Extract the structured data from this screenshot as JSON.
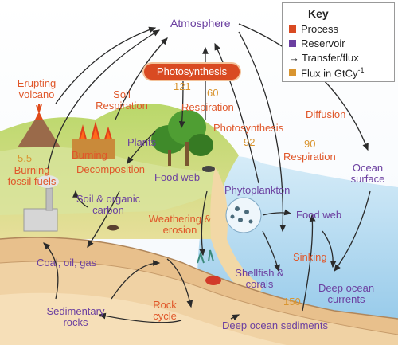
{
  "key": {
    "title": "Key",
    "items": [
      {
        "label": "Process",
        "color": "#d94a22",
        "kind": "swatch"
      },
      {
        "label": "Reservoir",
        "color": "#6b3fa0",
        "kind": "swatch"
      },
      {
        "label": "Transfer/flux",
        "color": "#222222",
        "kind": "arrow"
      },
      {
        "label": "Flux in GtCy",
        "sup": "-1",
        "color": "#d99530",
        "kind": "swatch"
      }
    ]
  },
  "reservoirs": {
    "atmosphere": "Atmosphere",
    "plants": "Plants",
    "food_web_land": "Food web",
    "soil_carbon": "Soil & organic carbon",
    "phytoplankton": "Phytoplankton",
    "food_web_ocean": "Food web",
    "ocean_surface": "Ocean surface",
    "shellfish": "Shellfish & corals",
    "deep_ocean_currents": "Deep ocean currents",
    "coal_oil_gas": "Coal, oil, gas",
    "sedimentary_rocks": "Sedimentary rocks",
    "deep_ocean_sediments": "Deep ocean sediments"
  },
  "processes": {
    "erupting_volcano": "Erupting volcano",
    "soil_respiration": "Soil Respiration",
    "photosynthesis_badge": "Photosynthesis",
    "respiration_land": "Respiration",
    "burning": "Burning",
    "decomposition": "Decomposition",
    "burning_fossil_fuels": "Burning fossil fuels",
    "photosynthesis_ocean": "Photosynthesis",
    "diffusion": "Diffusion",
    "respiration_ocean": "Respiration",
    "weathering_erosion": "Weathering & erosion",
    "sinking": "Sinking",
    "rock_cycle": "Rock cycle"
  },
  "fluxes": {
    "photosynthesis_land": "121",
    "respiration_land": "60",
    "fossil_fuels": "5.5",
    "photosynthesis_ocean": "92",
    "respiration_ocean": "90",
    "sediments": "150"
  }
}
